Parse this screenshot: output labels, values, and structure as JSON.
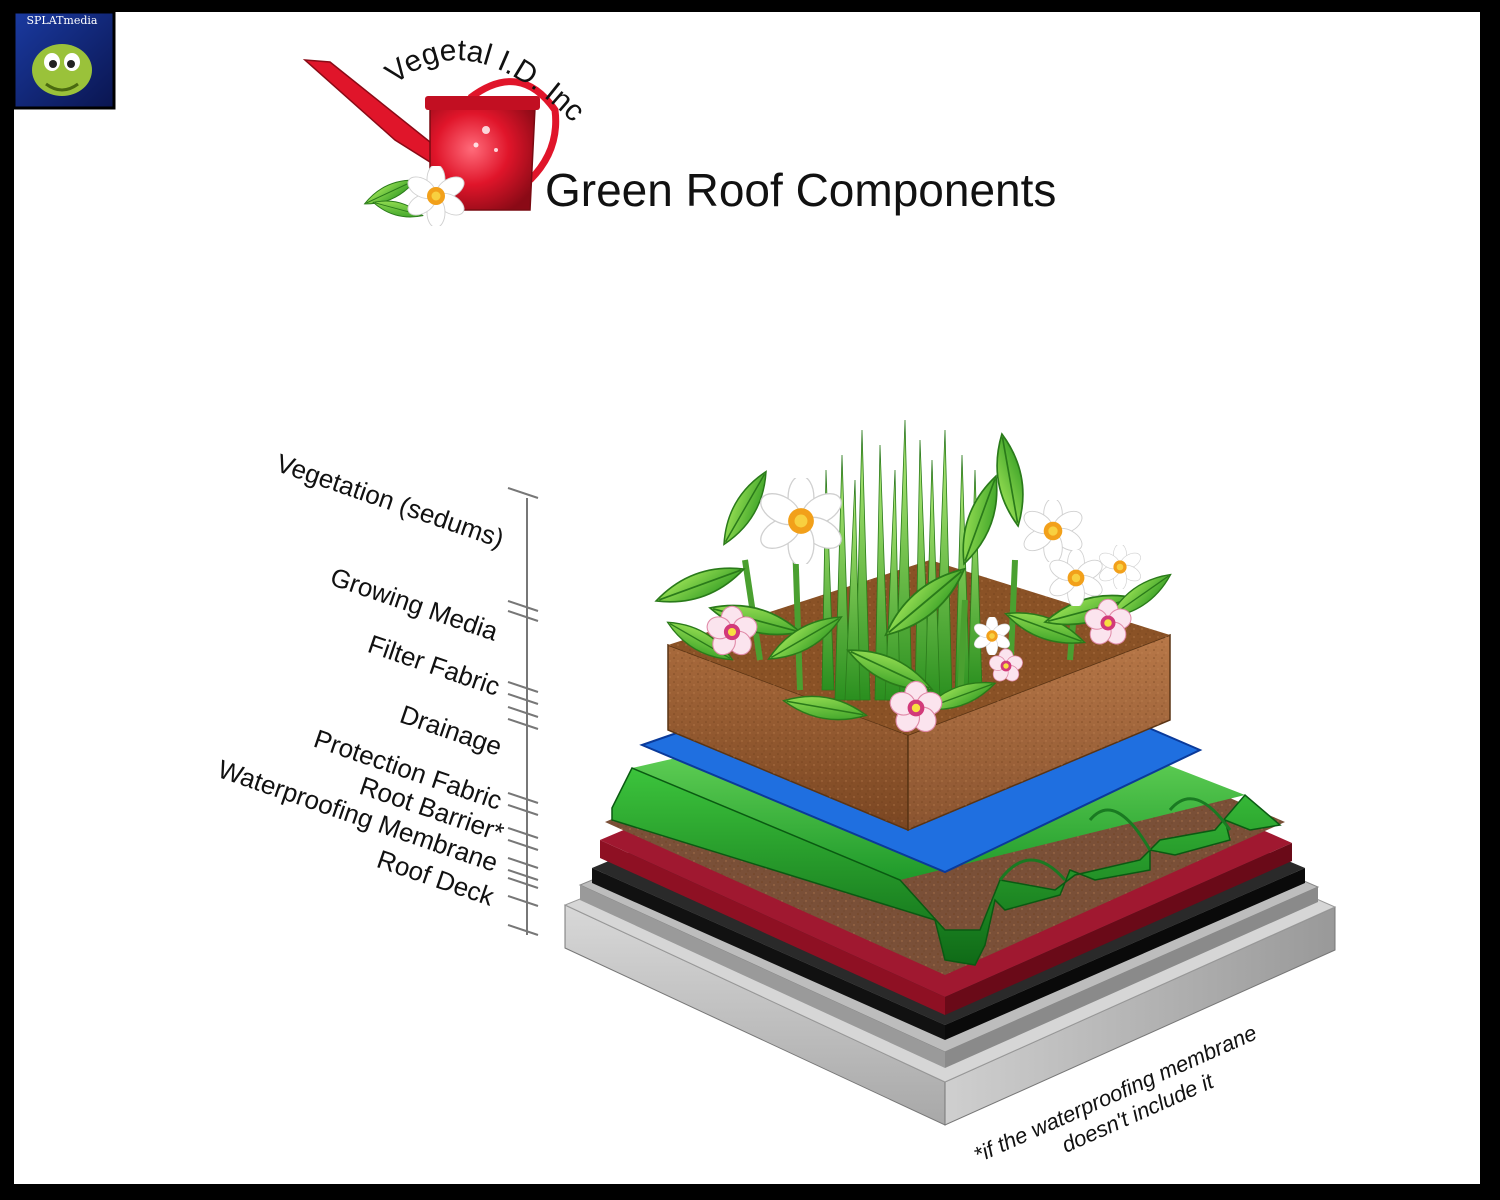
{
  "brand": {
    "company": "Vegetal I.D. Inc",
    "watermark": "SPLATmedia"
  },
  "title": "Green Roof Components",
  "layers": [
    {
      "name": "Vegetation (sedums)",
      "color": "#3fa535"
    },
    {
      "name": "Growing Media",
      "color": "#9a5f35"
    },
    {
      "name": "Filter Fabric",
      "color": "#8a5530"
    },
    {
      "name": "Drainage",
      "color": "#1f5fd6"
    },
    {
      "name": "Protection Fabric",
      "color": "#2eb23a"
    },
    {
      "name": "Root Barrier*",
      "color": "#6a4a3a"
    },
    {
      "name": "Waterproofing Membrane",
      "color": "#8e1023"
    },
    {
      "name": "Roof Deck",
      "color": "#c8c8c8"
    }
  ],
  "footnote": {
    "line1": "*if the waterproofing membrane",
    "line2": "doesn't include it"
  },
  "colors": {
    "frame": "#000000",
    "background": "#ffffff",
    "logo_red": "#e0152a",
    "soil": "#9a5f35",
    "drainage_blue": "#1f6fe0",
    "protection_green": "#2eb23a",
    "membrane_red": "#8e1023",
    "deck_gray": "#c8c8c8"
  }
}
